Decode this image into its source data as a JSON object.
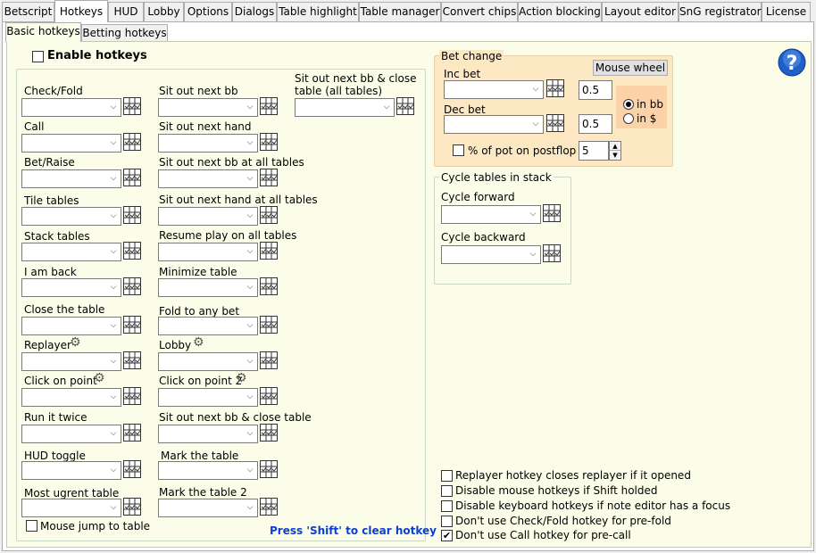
{
  "tabs": [
    "Betscript",
    "Hotkeys",
    "HUD",
    "Lobby",
    "Options",
    "Dialogs",
    "Table highlight",
    "Table manager",
    "Convert chips",
    "Action blocking",
    "Layout editor",
    "SnG registrator",
    "License"
  ],
  "subtabs": [
    "Basic hotkeys",
    "Betting hotkeys"
  ],
  "enable_hotkeys": "Enable hotkeys",
  "hotkeys": {
    "check_fold": "Check/Fold",
    "call": "Call",
    "bet_raise": "Bet/Raise",
    "tile_tables": "Tile tables",
    "stack_tables": "Stack tables",
    "i_am_back": "I am back",
    "close_table": "Close the table",
    "replayer": "Replayer",
    "click_on_point": "Click on point",
    "run_it_twice": "Run it twice",
    "hud_toggle": "HUD toggle",
    "most_urgent_table": "Most ugrent table",
    "sit_out_next_bb": "Sit out next bb",
    "sit_out_next_hand": "Sit out next hand",
    "sit_out_next_bb_all": "Sit out next bb at all tables",
    "sit_out_next_hand_all": "Sit out next hand at all tables",
    "resume_play_all": "Resume play on all tables",
    "minimize_table": "Minimize table",
    "fold_to_any_bet": "Fold to any bet",
    "lobby": "Lobby",
    "click_on_point_2": "Click on point 2",
    "sit_out_next_bb_close": "Sit out next bb & close table",
    "mark_the_table": "Mark the table",
    "mark_the_table_2": "Mark the table 2",
    "sit_out_close_all_l1": "Sit out next bb & close",
    "sit_out_close_all_l2": "table (all tables)"
  },
  "mouse_jump": "Mouse jump to table",
  "shift_hint": "Press 'Shift' to clear hotkey",
  "bet_change": {
    "title": "Bet change",
    "mouse_wheel": "Mouse wheel",
    "inc_bet": "Inc bet",
    "inc_value": "0.5",
    "dec_bet": "Dec bet",
    "dec_value": "0.5",
    "in_bb": "in bb",
    "in_dollar": "in $",
    "pct_pot": "% of pot on postflop",
    "pct_value": "5"
  },
  "cycle": {
    "title": "Cycle tables in stack",
    "forward": "Cycle forward",
    "backward": "Cycle backward"
  },
  "options": [
    {
      "label": "Replayer hotkey closes replayer if it opened",
      "checked": false
    },
    {
      "label": "Disable mouse hotkeys if Shift holded",
      "checked": false
    },
    {
      "label": "Disable keyboard hotkeys if note editor has a focus",
      "checked": false
    },
    {
      "label": "Don't use Check/Fold hotkey for pre-fold",
      "checked": false
    },
    {
      "label": "Don't use Call hotkey for pre-call",
      "checked": true
    }
  ],
  "colors": {
    "panel": "#fbfde9",
    "bet_panel": "#fde8c4",
    "radio_box": "#fcd3a8",
    "hint": "#0b3fcf",
    "help": "#1f5fc8"
  }
}
